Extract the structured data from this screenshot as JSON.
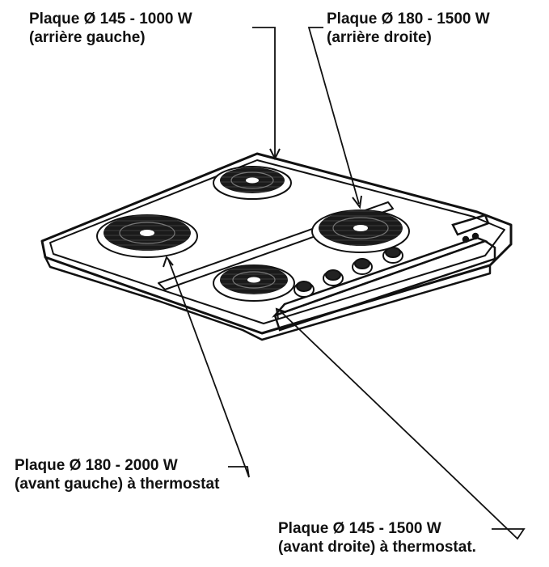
{
  "labels": {
    "rear_left": {
      "line1": "Plaque Ø 145 - 1000 W",
      "line2": "(arrière gauche)"
    },
    "rear_right": {
      "line1": "Plaque Ø 180 - 1500 W",
      "line2": "(arrière droite)"
    },
    "front_left": {
      "line1": "Plaque Ø 180 - 2000 W",
      "line2": "(avant gauche) à thermostat"
    },
    "front_right": {
      "line1": "Plaque Ø 145 - 1500 W",
      "line2": "(avant droite) à thermostat."
    }
  },
  "colors": {
    "ink": "#111111",
    "plate": "#1a1a1a",
    "background": "#ffffff"
  }
}
